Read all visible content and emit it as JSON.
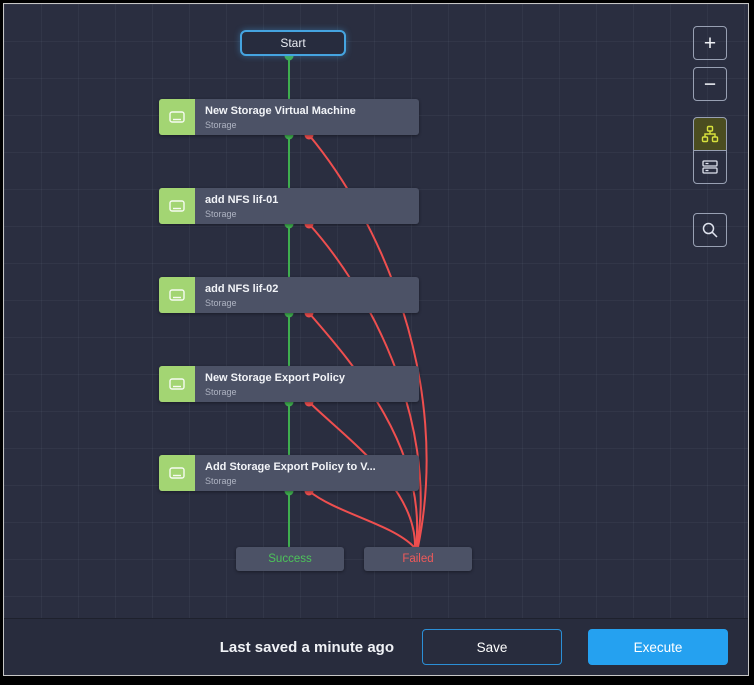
{
  "canvas": {
    "start_label": "Start",
    "nodes": [
      {
        "title": "New Storage Virtual Machine",
        "subtitle": "Storage"
      },
      {
        "title": "add NFS lif-01",
        "subtitle": "Storage"
      },
      {
        "title": "add NFS lif-02",
        "subtitle": "Storage"
      },
      {
        "title": "New Storage Export Policy",
        "subtitle": "Storage"
      },
      {
        "title": "Add Storage Export Policy to V...",
        "subtitle": "Storage"
      }
    ],
    "terminals": {
      "success_label": "Success",
      "failed_label": "Failed"
    }
  },
  "toolbar": {
    "zoom_in_label": "+",
    "zoom_out_label": "−",
    "icons": [
      "zoom-in",
      "zoom-out",
      "tree-layout",
      "list-layout",
      "search"
    ],
    "active_tool": "tree-layout"
  },
  "footer": {
    "status_text": "Last saved a minute ago",
    "save_label": "Save",
    "execute_label": "Execute"
  },
  "colors": {
    "canvas_bg": "#2a2e40",
    "node_bg": "#4c5266",
    "node_icon_green": "#a3d573",
    "success_green": "#3fae4f",
    "failure_red": "#ef4f4f",
    "start_border_blue": "#45a4e0",
    "execute_blue": "#25a1f0",
    "active_tool_bg": "#4b4d20",
    "active_tool_icon": "#d8e23c"
  }
}
